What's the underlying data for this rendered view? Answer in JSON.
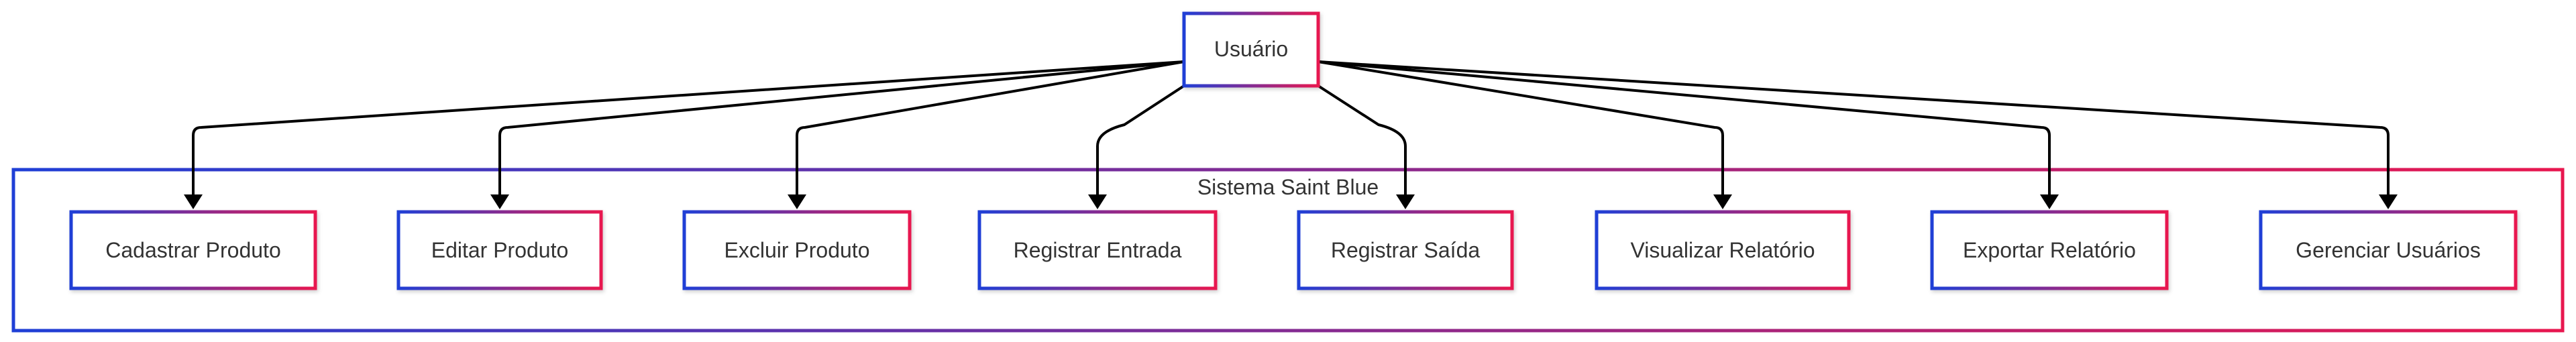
{
  "actor": {
    "label": "Usuário"
  },
  "system": {
    "label": "Sistema Saint Blue"
  },
  "use_cases": [
    {
      "id": "cadastrar-produto",
      "label": "Cadastrar Produto"
    },
    {
      "id": "editar-produto",
      "label": "Editar Produto"
    },
    {
      "id": "excluir-produto",
      "label": "Excluir Produto"
    },
    {
      "id": "registrar-entrada",
      "label": "Registrar Entrada"
    },
    {
      "id": "registrar-saida",
      "label": "Registrar Saída"
    },
    {
      "id": "visualizar-relatorio",
      "label": "Visualizar Relatório"
    },
    {
      "id": "exportar-relatorio",
      "label": "Exportar Relatório"
    },
    {
      "id": "gerenciar-usuarios",
      "label": "Gerenciar Usuários"
    }
  ],
  "colors": {
    "gradient_start": "#1f3fd6",
    "gradient_end": "#e8174f",
    "edge": "#000000",
    "text": "#333333"
  }
}
